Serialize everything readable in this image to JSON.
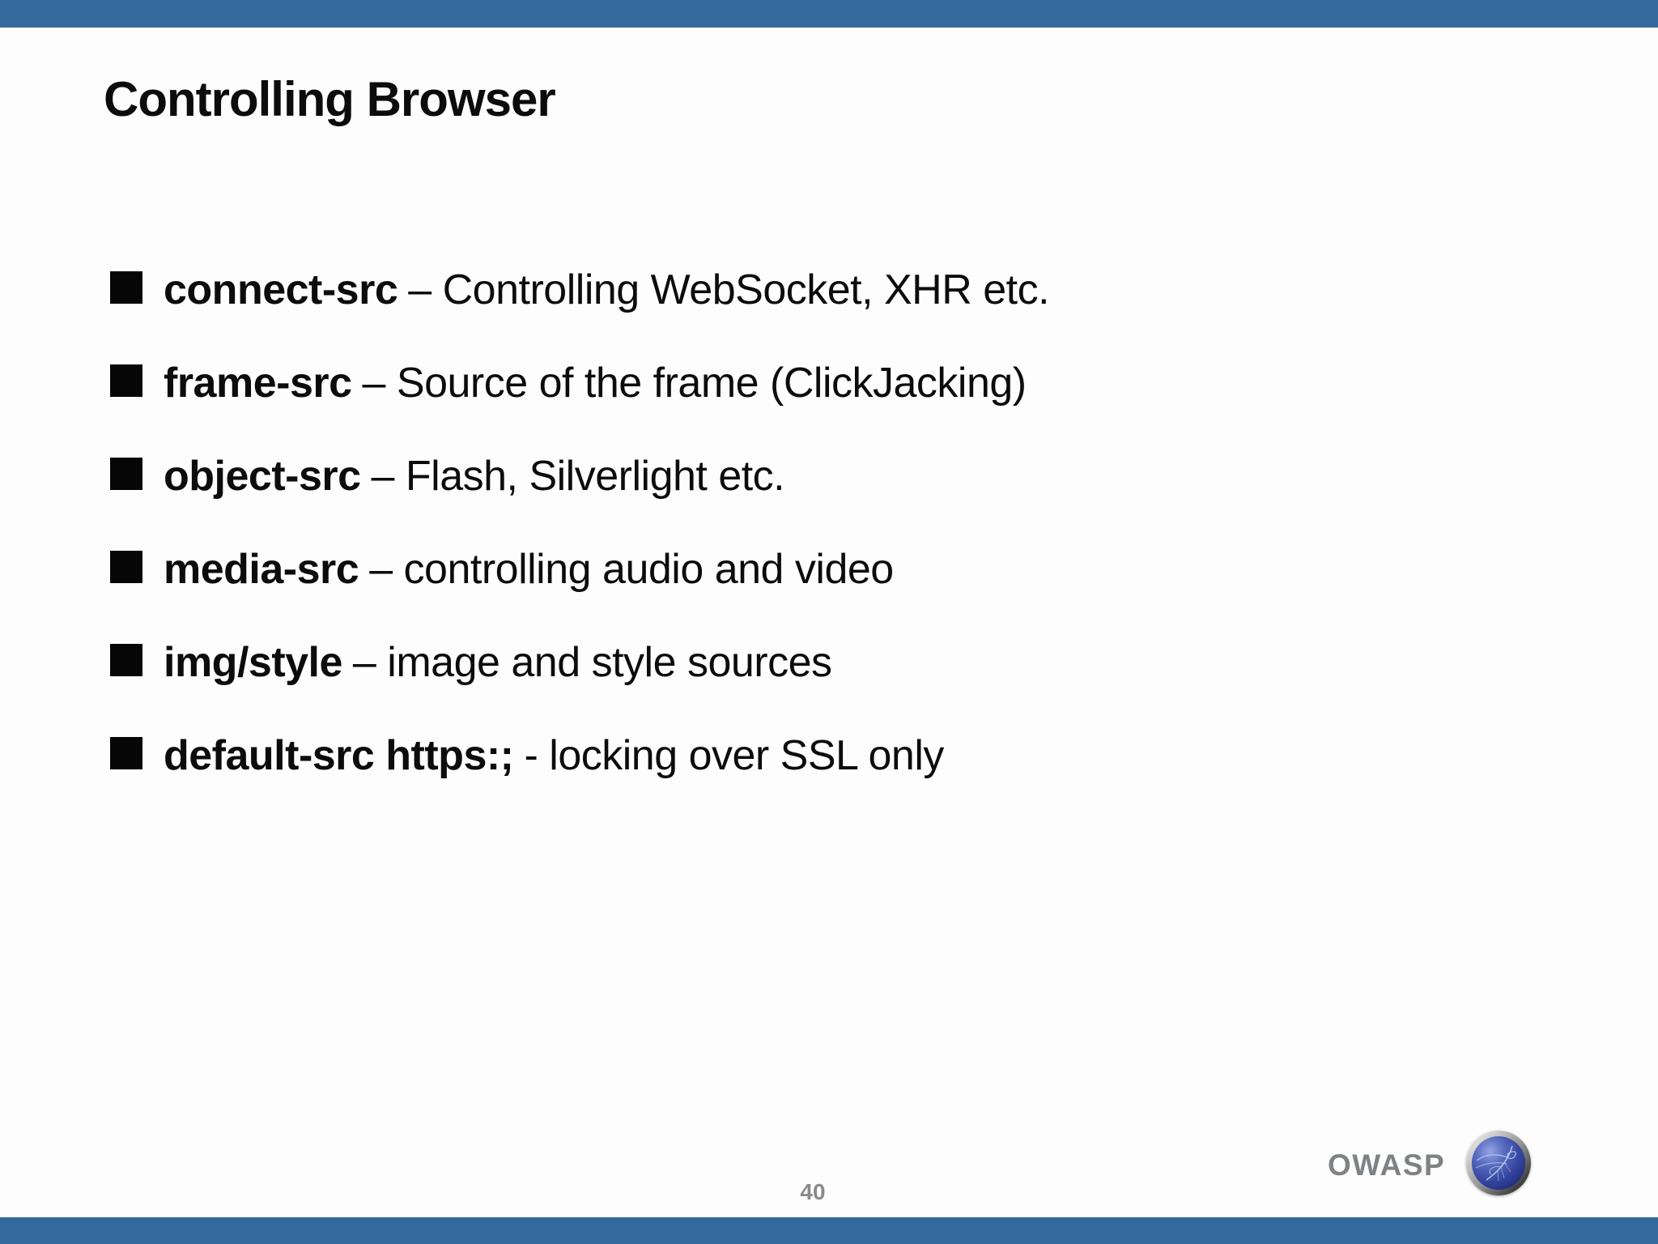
{
  "slide": {
    "title": "Controlling Browser",
    "page_number": "40",
    "footer_brand": "OWASP"
  },
  "bullets": [
    {
      "term": "connect-src",
      "desc": "– Controlling WebSocket, XHR etc."
    },
    {
      "term": "frame-src",
      "desc": "– Source of the frame (ClickJacking)"
    },
    {
      "term": "object-src",
      "desc": "– Flash, Silverlight etc."
    },
    {
      "term": "media-src",
      "desc": "– controlling audio and video"
    },
    {
      "term": "img/style",
      "desc": "– image and style sources"
    },
    {
      "term": "default-src https:;",
      "desc": "- locking over SSL only"
    }
  ],
  "icons": {
    "bullet": "black-square-bullet-icon",
    "logo": "owasp-wasp-logo-icon"
  },
  "colors": {
    "bar_blue": "#34699d",
    "text_black": "#0c0c0c",
    "footer_gray": "#7f8285",
    "page_gray": "#8a8a8a",
    "logo_sphere_blue": "#35459f",
    "logo_ring_silver": "#8d8d8d"
  }
}
